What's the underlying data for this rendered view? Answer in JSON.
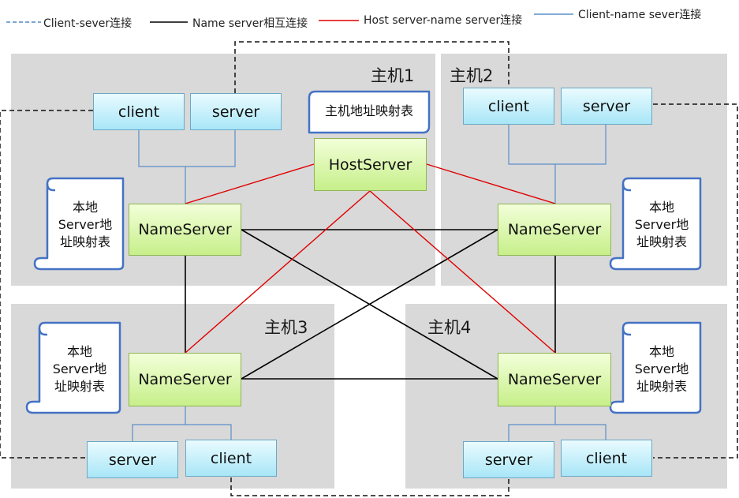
{
  "legend": [
    {
      "label": "Client-sever连接",
      "style": "dashed",
      "color": "#2e75b6"
    },
    {
      "label": "Name server相互连接",
      "style": "solid",
      "color": "#000000"
    },
    {
      "label": "Host server-name server连接",
      "style": "solid",
      "color": "#e00000"
    },
    {
      "label": "Client-name sever连接",
      "style": "solid",
      "color": "#5b8fc9"
    }
  ],
  "hosts": [
    {
      "label": "主机1"
    },
    {
      "label": "主机2"
    },
    {
      "label": "主机3"
    },
    {
      "label": "主机4"
    }
  ],
  "host_server": {
    "label": "HostServer",
    "table_label": "主机地址映射表"
  },
  "name_server_label": "NameServer",
  "client_label": "client",
  "server_label": "server",
  "local_table_label": "本地\nServer地\n址映射表"
}
